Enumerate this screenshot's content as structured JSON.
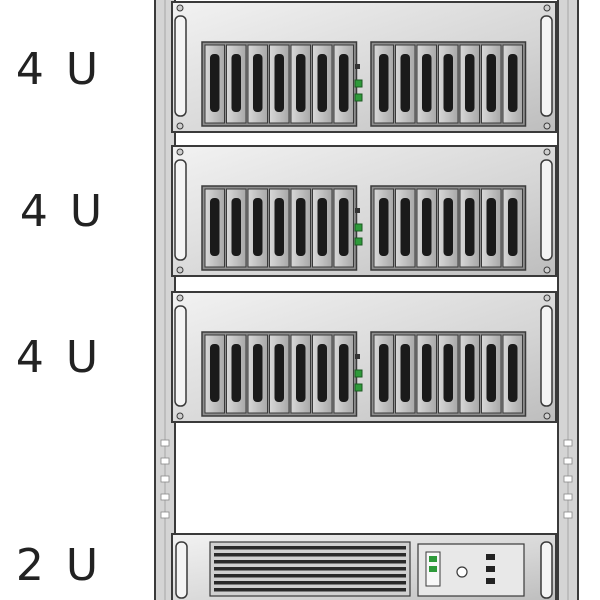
{
  "colors": {
    "outline": "#3a3a3a",
    "rack_frame": "#d4d4d4",
    "panel_light": "#e6e6e6",
    "panel_mid": "#c4c4c4",
    "drive_slot": "#1a1a1a",
    "drive_tray": "#bcbcbc",
    "led_green": "#2e9a3a"
  },
  "units": [
    {
      "label": "4 U",
      "type": "4u-drive-chassis"
    },
    {
      "label": "4 U",
      "type": "4u-drive-chassis"
    },
    {
      "label": "4 U",
      "type": "4u-drive-chassis"
    },
    {
      "label": "2 U",
      "type": "2u-appliance"
    }
  ]
}
